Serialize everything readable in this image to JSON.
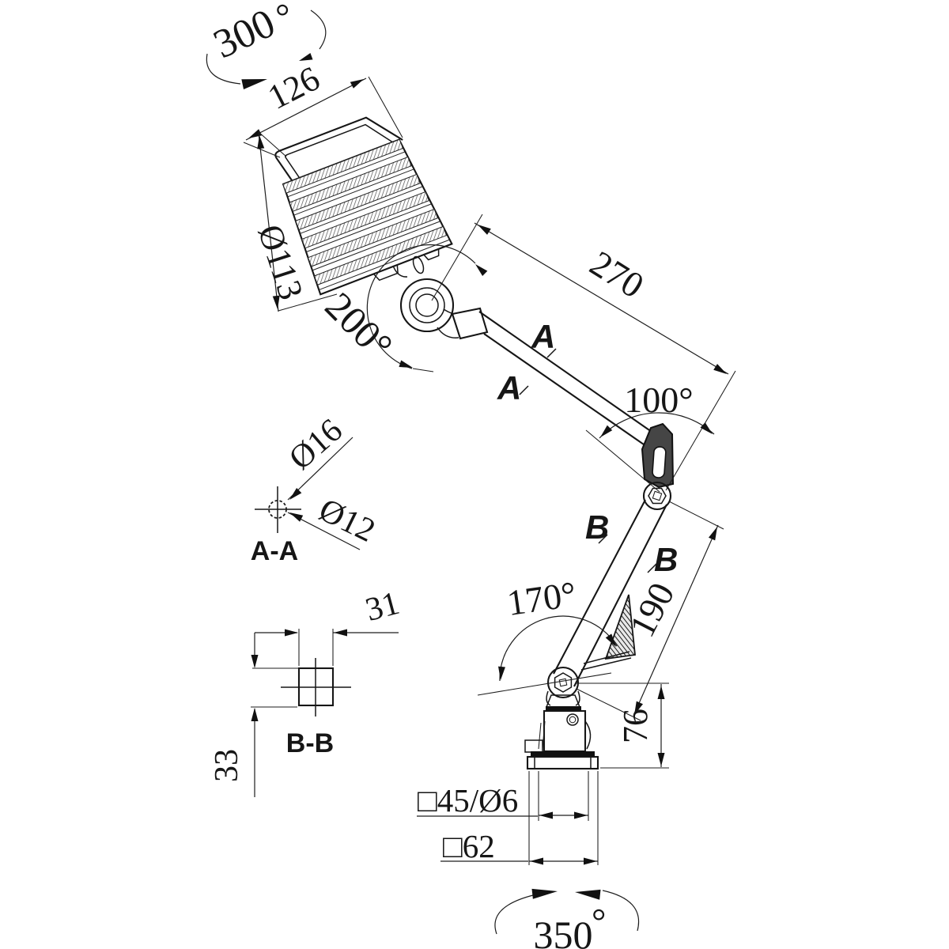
{
  "drawing": {
    "kind": "technical dimension drawing",
    "subject": "articulated machine work lamp with ribbed head, two-link arm and square mounting base",
    "background_color": "#ffffff",
    "line_color": "#1d1d1d"
  },
  "rotation_ranges": {
    "head_swivel": "300",
    "head_swivel_degree": "°",
    "head_tilt": "200°",
    "elbow_angle": "100°",
    "base_tilt": "170°",
    "base_swivel": "350",
    "base_swivel_degree": "°"
  },
  "dimensions": {
    "head_length": "126",
    "head_diameter": "Ø113",
    "upper_arm_length": "270",
    "lower_arm_length": "190",
    "base_height": "76",
    "base_plate_top": "□45/Ø6",
    "base_plate_bottom": "□62",
    "section_a_outer": "Ø16",
    "section_a_inner": "Ø12",
    "section_b_width": "31",
    "section_b_height": "33"
  },
  "section_labels": {
    "a": "A",
    "b": "B",
    "a_title": "A-A",
    "b_title": "B-B"
  }
}
